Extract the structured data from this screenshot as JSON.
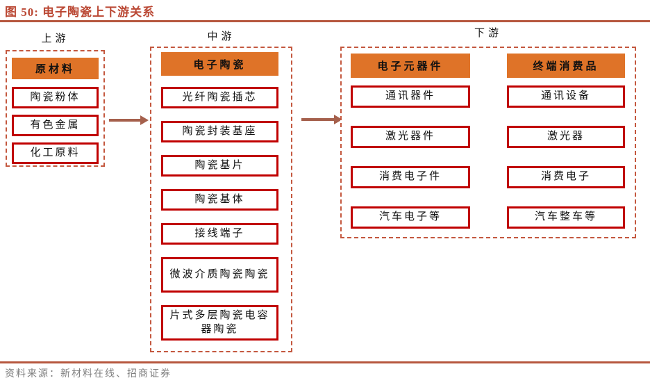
{
  "title": {
    "label": "图 50:  电子陶瓷上下游关系"
  },
  "colors": {
    "title": "#BA4733",
    "rule": "#B6573E",
    "dashed_border": "#C4583F",
    "header_fill": "#DF7328",
    "item_border": "#C00000",
    "arrow": "#A5604C",
    "source_text": "#7F7F7F"
  },
  "sections": {
    "upstream": {
      "label": "上游",
      "header": "原材料",
      "items": [
        "陶瓷粉体",
        "有色金属",
        "化工原料"
      ]
    },
    "midstream": {
      "label": "中游",
      "header": "电子陶瓷",
      "items": [
        "光纤陶瓷插芯",
        "陶瓷封装基座",
        "陶瓷基片",
        "陶瓷基体",
        "接线端子",
        "微波介质陶瓷陶瓷",
        "片式多层陶瓷电容器陶瓷"
      ]
    },
    "downstream": {
      "label": "下游",
      "columns": [
        {
          "header": "电子元器件",
          "items": [
            "通讯器件",
            "激光器件",
            "消费电子件",
            "汽车电子等"
          ]
        },
        {
          "header": "终端消费品",
          "items": [
            "通讯设备",
            "激光器",
            "消费电子",
            "汽车整车等"
          ]
        }
      ]
    }
  },
  "footer": {
    "source": "资料来源：新材料在线、招商证券"
  }
}
